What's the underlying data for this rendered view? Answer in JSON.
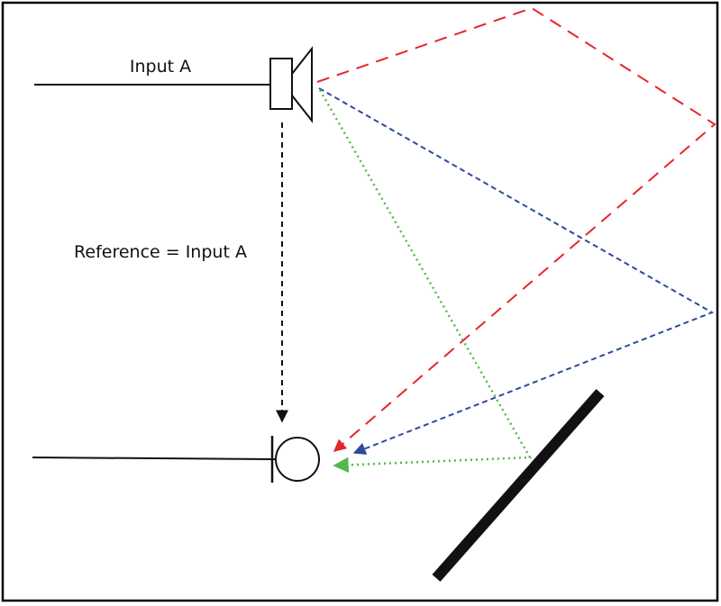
{
  "labels": {
    "input": "Input A",
    "reference": "Reference = Input A"
  },
  "icons": {
    "source": "speaker-icon",
    "receiver": "microphone-icon",
    "surface": "reflector-panel"
  },
  "colors": {
    "frame": "#000000",
    "line": "#111111",
    "reference_path": "#111111",
    "red_path": "#e8252a",
    "blue_path": "#2e4a9e",
    "green_path": "#55b848"
  },
  "paths": [
    {
      "name": "reference-path",
      "color": "reference_path",
      "style": "dashed"
    },
    {
      "name": "red-reflection-path",
      "color": "red_path",
      "style": "long-dashed"
    },
    {
      "name": "blue-reflection-path",
      "color": "blue_path",
      "style": "short-dashed"
    },
    {
      "name": "green-reflection-path",
      "color": "green_path",
      "style": "dotted"
    }
  ]
}
